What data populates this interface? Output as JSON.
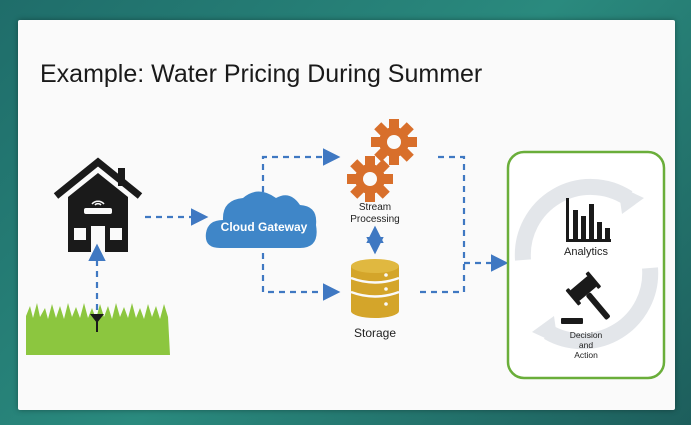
{
  "slide": {
    "title": "Example: Water Pricing During Summer"
  },
  "nodes": {
    "cloud_gateway": "Cloud Gateway",
    "stream_processing_line1": "Stream",
    "stream_processing_line2": "Processing",
    "storage": "Storage",
    "analytics": "Analytics",
    "decision_line1": "Decision",
    "decision_line2": "and",
    "decision_line3": "Action"
  },
  "colors": {
    "background": "#2a8a7e",
    "cloud": "#3f86c8",
    "gear": "#d86f2b",
    "storage": "#d4a52a",
    "grass": "#8cc63f",
    "panel_border": "#6aae3a",
    "arrow": "#3f78c2",
    "icon_dark": "#1a1a1a"
  },
  "icons": [
    "house-icon",
    "wifi-router-icon",
    "soil-sensor-icon",
    "cloud-icon",
    "gear-icon",
    "database-icon",
    "bar-chart-icon",
    "gavel-icon",
    "cycle-arrows-icon"
  ]
}
